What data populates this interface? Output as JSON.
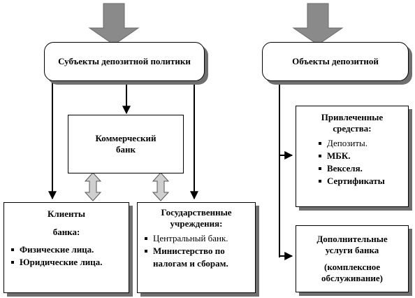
{
  "subjects": {
    "title": "Субъекты депозитной политики"
  },
  "objects": {
    "title": "Объекты депозитной"
  },
  "commercial_bank": {
    "title": "Коммерческий банк"
  },
  "clients": {
    "title_line1": "Клиенты",
    "title_line2": "банка:",
    "items": [
      "Физические лица.",
      "Юридические лица."
    ]
  },
  "state": {
    "title": "Государственные учреждения:",
    "items": [
      "Центральный банк.",
      "Министерство по налогам и сборам."
    ]
  },
  "attracted": {
    "title": "Привлеченные средства:",
    "items": [
      "Депозиты.",
      "МБК.",
      "Векселя.",
      "Сертификаты"
    ]
  },
  "additional": {
    "title": "Дополнительные услуги банка",
    "subtitle": "(комплексное обслуживание)"
  }
}
